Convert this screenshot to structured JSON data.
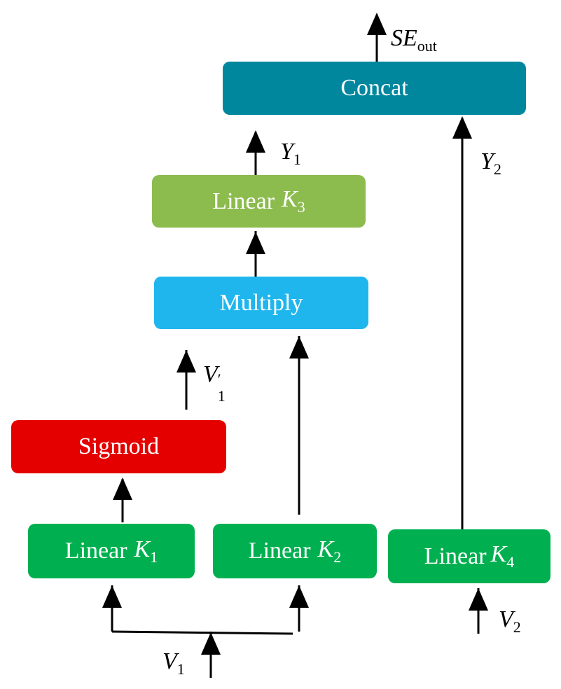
{
  "colors": {
    "concat": "#00879e",
    "linear_k3": "#8cbb4e",
    "multiply": "#1fb6ee",
    "sigmoid": "#e50000",
    "linear_green": "#00b050",
    "arrow": "#000000"
  },
  "blocks": {
    "concat": {
      "text": "Concat"
    },
    "linear3": {
      "text": "Linear",
      "sym": "K",
      "sub": "3"
    },
    "multiply": {
      "text": "Multiply"
    },
    "sigmoid": {
      "text": "Sigmoid"
    },
    "linear1": {
      "text": "Linear",
      "sym": "K",
      "sub": "1"
    },
    "linear2": {
      "text": "Linear",
      "sym": "K",
      "sub": "2"
    },
    "linear4": {
      "text": "Linear",
      "sym": "K",
      "sub": "4"
    }
  },
  "labels": {
    "se_out": {
      "main": "SE",
      "sub": "out"
    },
    "y1": {
      "main": "Y",
      "sub": "1"
    },
    "y2": {
      "main": "Y",
      "sub": "2"
    },
    "v1p": {
      "main": "V",
      "sup": "′",
      "sub": "1"
    },
    "v1": {
      "main": "V",
      "sub": "1"
    },
    "v2": {
      "main": "V",
      "sub": "2"
    }
  }
}
